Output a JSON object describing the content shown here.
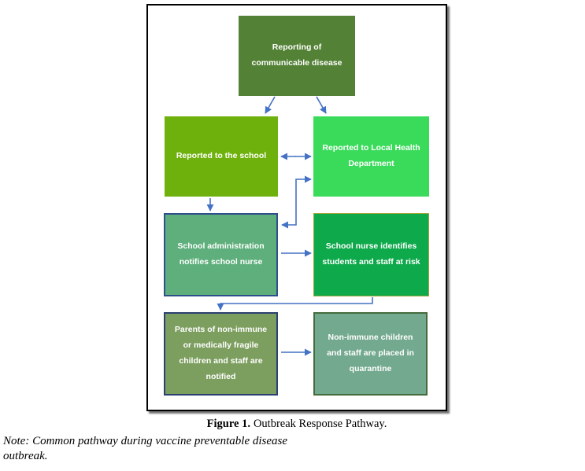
{
  "figure": {
    "arrow_color": "#4472C4",
    "frame_border_color": "#000000",
    "nodes": {
      "reporting": {
        "label": "Reporting of\ncommunicable disease",
        "fill": "#538135"
      },
      "reported_school": {
        "label": "Reported to the school",
        "fill": "#6FB10C"
      },
      "reported_health": {
        "label": "Reported to Local Health\nDepartment",
        "fill": "#3ADB5B"
      },
      "admin_notifies": {
        "label": "School administration\nnotifies school nurse",
        "fill": "#5EAF7B",
        "border": "#2F4E8C"
      },
      "nurse_identifies": {
        "label": "School nurse identifies\nstudents and staff at risk",
        "fill": "#0EA94B",
        "border": "#A1A53B"
      },
      "parents_notified": {
        "label": "Parents of non-immune\nor medically fragile\nchildren and staff are\nnotified",
        "fill": "#7C9E5E",
        "border": "#2B4070"
      },
      "quarantine": {
        "label": "Non-immune children\nand staff are placed in\nquarantine",
        "fill": "#73A98E",
        "border": "#446B3C"
      }
    },
    "edges": [
      {
        "from": "reporting",
        "to": "reported_school",
        "type": "arrow"
      },
      {
        "from": "reporting",
        "to": "reported_health",
        "type": "arrow"
      },
      {
        "from": "reported_school",
        "to": "reported_health",
        "type": "double-arrow"
      },
      {
        "from": "admin_notifies",
        "to": "reported_health",
        "type": "double-arrow-elbow"
      },
      {
        "from": "reported_school",
        "to": "admin_notifies",
        "type": "arrow"
      },
      {
        "from": "admin_notifies",
        "to": "nurse_identifies",
        "type": "arrow"
      },
      {
        "from": "nurse_identifies",
        "to": "parents_notified",
        "type": "arrow-elbow"
      },
      {
        "from": "parents_notified",
        "to": "quarantine",
        "type": "arrow"
      }
    ]
  },
  "caption": {
    "label": "Figure 1.",
    "text": "Outbreak Response Pathway."
  },
  "note": "Note: Common pathway during vaccine preventable disease outbreak."
}
